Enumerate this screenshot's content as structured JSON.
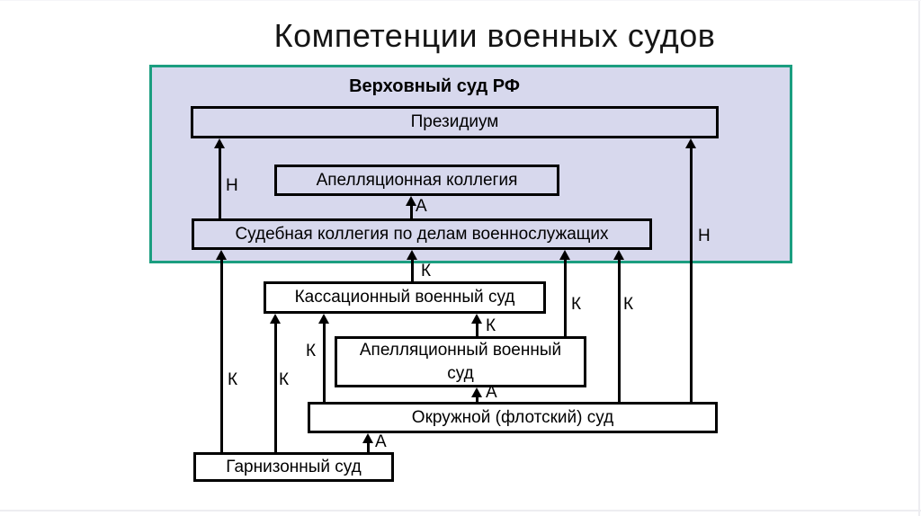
{
  "title": "Компетенции военных судов",
  "colors": {
    "page_background": "#ffffff",
    "group_border": "#1b9e80",
    "group_fill": "#d7d8ed",
    "box_border": "#000000",
    "lower_box_fill": "#ffffff",
    "text": "#000000"
  },
  "diagram": {
    "group": {
      "label": "Верховный суд РФ"
    },
    "boxes": {
      "presidium": {
        "label": "Президиум"
      },
      "appellate_collegium": {
        "label": "Апелляционная коллегия"
      },
      "military_collegium": {
        "label": "Судебная коллегия по делам военнослужащих"
      },
      "cassation_military_court": {
        "label": "Кассационный военный суд"
      },
      "appellate_military_court": {
        "label": "Апелляционный военный суд"
      },
      "district_fleet_court": {
        "label": "Окружной (флотский) суд"
      },
      "garrison_court": {
        "label": "Гарнизонный суд"
      }
    },
    "edges": [
      {
        "from": "military_collegium",
        "to": "presidium",
        "label": "Н"
      },
      {
        "from": "military_collegium",
        "to": "appellate_collegium",
        "label": "А"
      },
      {
        "from": "district_fleet_court",
        "to": "presidium",
        "label": "Н"
      },
      {
        "from": "cassation_military_court",
        "to": "military_collegium",
        "label": "К"
      },
      {
        "from": "appellate_military_court",
        "to": "military_collegium",
        "label": "К"
      },
      {
        "from": "district_fleet_court",
        "to": "military_collegium",
        "label": "К"
      },
      {
        "from": "district_fleet_court",
        "to": "cassation_military_court",
        "label": "К"
      },
      {
        "from": "appellate_military_court",
        "to": "cassation_military_court",
        "label": "К"
      },
      {
        "from": "garrison_court",
        "to": "military_collegium",
        "label": "К"
      },
      {
        "from": "garrison_court",
        "to": "cassation_military_court",
        "label": "К"
      },
      {
        "from": "district_fleet_court",
        "to": "appellate_military_court",
        "label": "А"
      },
      {
        "from": "garrison_court",
        "to": "district_fleet_court",
        "label": "А"
      }
    ]
  }
}
